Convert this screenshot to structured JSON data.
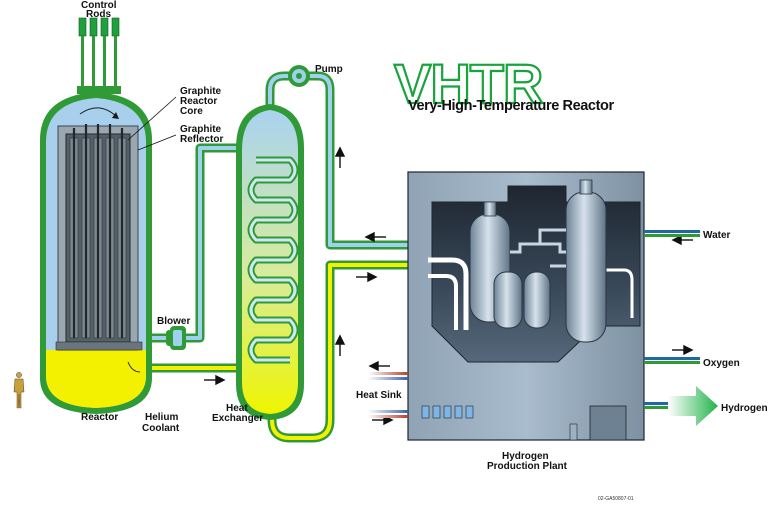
{
  "title": {
    "acronym": "VHTR",
    "subtitle": "Very-High-Temperature Reactor"
  },
  "labels": {
    "control_rods_1": "Control",
    "control_rods_2": "Rods",
    "graphite_core_1": "Graphite",
    "graphite_core_2": "Reactor",
    "graphite_core_3": "Core",
    "graphite_reflector_1": "Graphite",
    "graphite_reflector_2": "Reflector",
    "pump": "Pump",
    "blower": "Blower",
    "reactor": "Reactor",
    "helium_coolant_1": "Helium",
    "helium_coolant_2": "Coolant",
    "heat_exchanger_1": "Heat",
    "heat_exchanger_2": "Exchanger",
    "heat_sink": "Heat Sink",
    "hydrogen_plant_1": "Hydrogen",
    "hydrogen_plant_2": "Production Plant",
    "water": "Water",
    "oxygen": "Oxygen",
    "hydrogen": "Hydrogen",
    "figure_id": "02-GA50807-01"
  },
  "colors": {
    "vessel_green": "#2f9a36",
    "helium_blue": "#a8cfec",
    "coolant_yellow": "#f3f100",
    "plant_steel": "#5a6b7a",
    "arrow_green": "#22b34a"
  },
  "icons": {
    "person": "person-icon"
  }
}
